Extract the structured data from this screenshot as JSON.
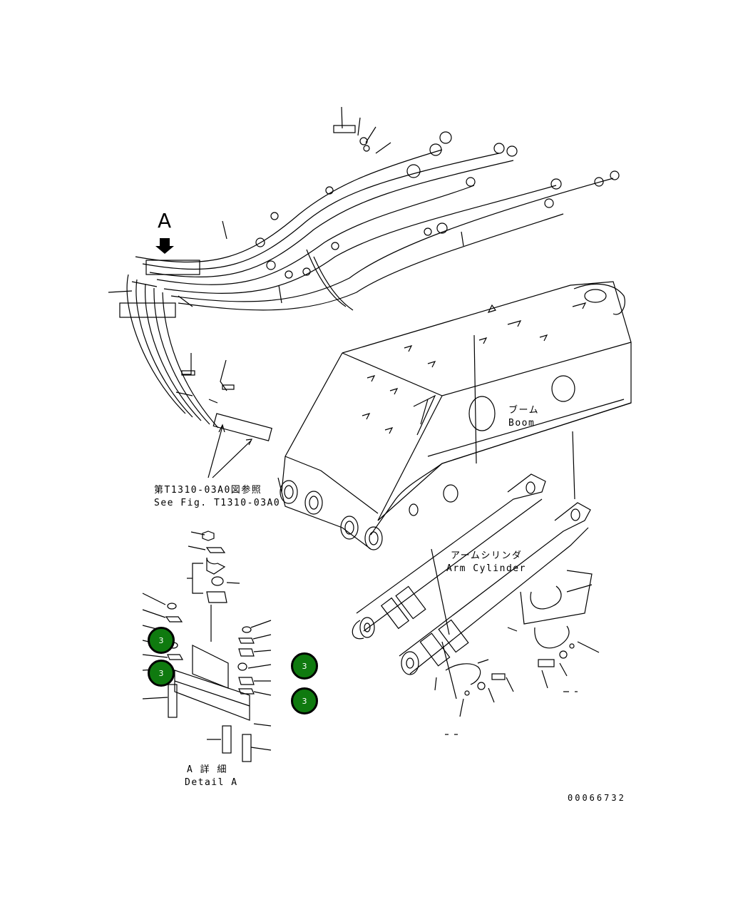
{
  "view_label": "A",
  "boom_label_jp": "ブーム",
  "boom_label_en": "Boom",
  "arm_cylinder_label_jp": "アームシリンダ",
  "arm_cylinder_label_en": "Arm Cylinder",
  "reference_label_jp": "第T1310-03A0図参照",
  "reference_label_en": "See Fig. T1310-03A0",
  "detail_label_jp": "A 詳 細",
  "detail_label_en": "Detail A",
  "drawing_number": "00066732",
  "callouts": [
    {
      "text": "3",
      "color": "#0f7a0f"
    },
    {
      "text": "3",
      "color": "#0f7a0f"
    },
    {
      "text": "3",
      "color": "#0f7a0f"
    },
    {
      "text": "3",
      "color": "#0f7a0f"
    }
  ]
}
